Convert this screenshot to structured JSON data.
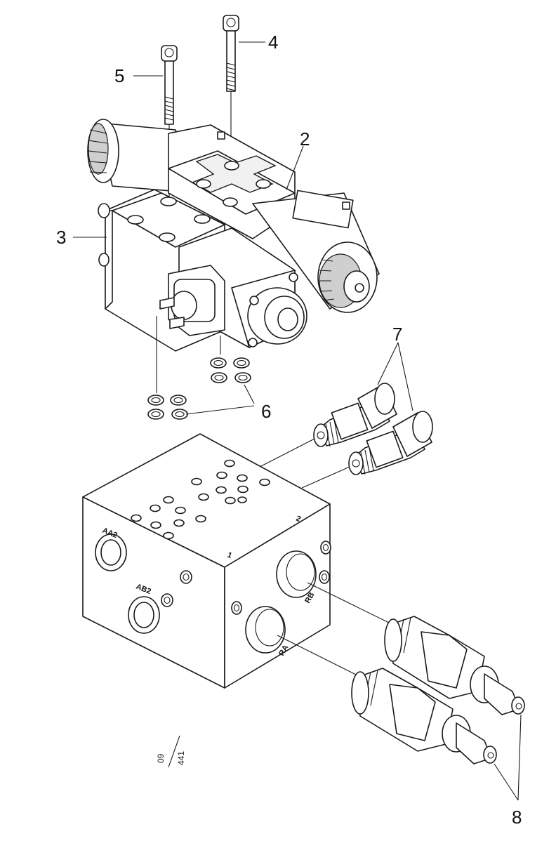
{
  "callouts": {
    "c2": "2",
    "c3": "3",
    "c4": "4",
    "c5": "5",
    "c6": "6",
    "c7": "7",
    "c8": "8"
  },
  "port_labels": {
    "aa2": "AA2",
    "ab2": "AB2",
    "p1": "1",
    "p2": "2",
    "ra": "RA",
    "rb": "RB"
  },
  "figure_code": {
    "top": "09",
    "bottom": "441"
  }
}
